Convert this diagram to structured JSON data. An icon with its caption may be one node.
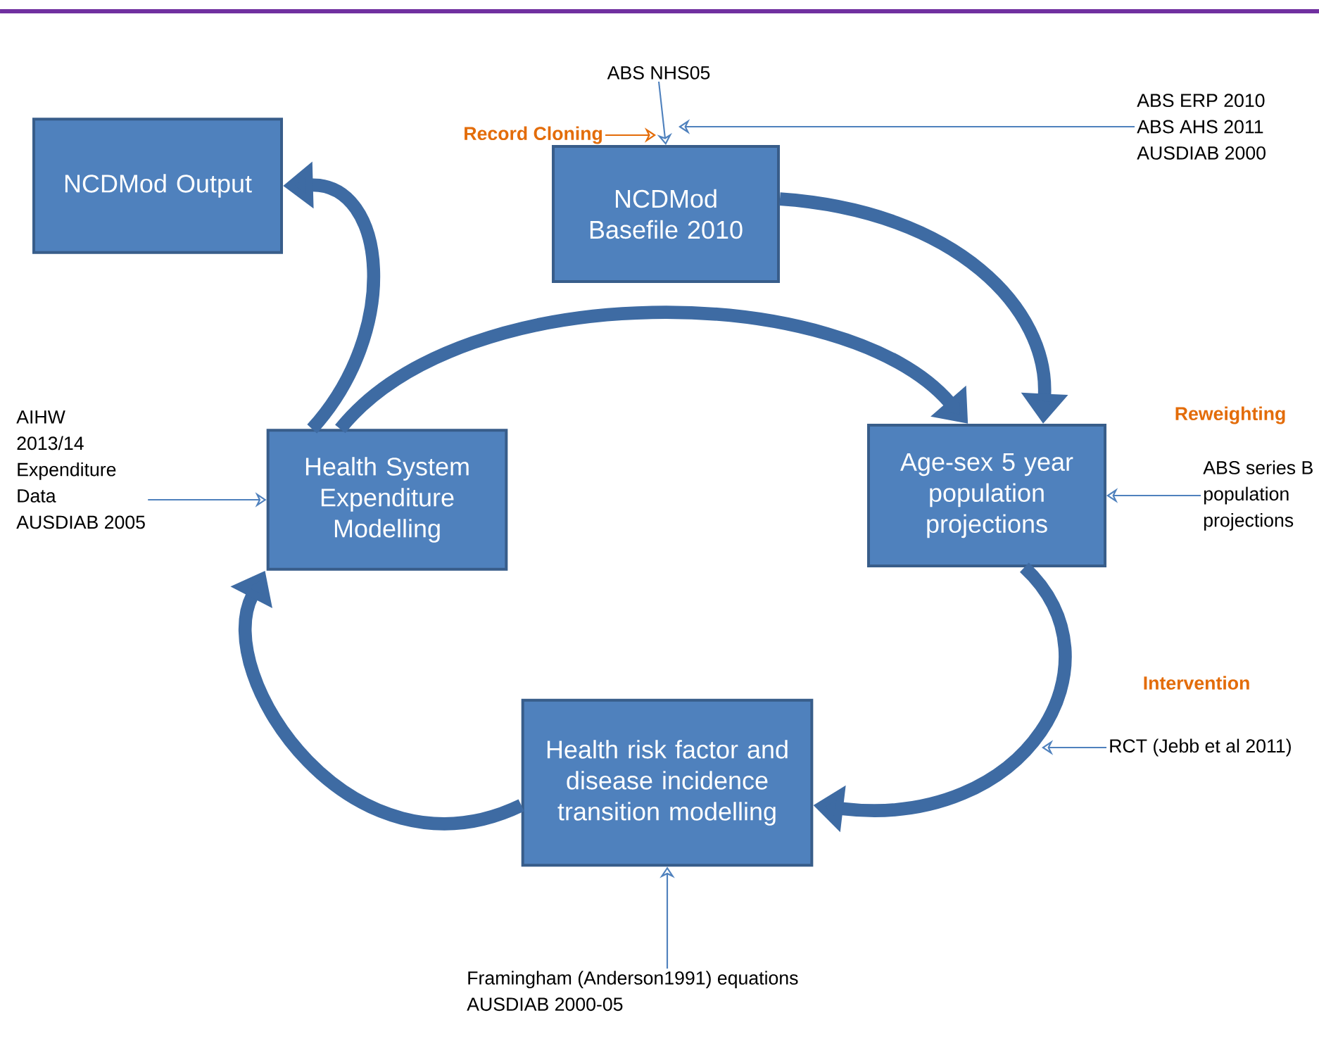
{
  "diagram": {
    "nodes": [
      {
        "text": [
          "NCDMod Output"
        ]
      },
      {
        "text": [
          "NCDMod Basefile 2010"
        ]
      },
      {
        "text": [
          "Age-sex 5 year population projections"
        ]
      },
      {
        "text": [
          "Health System Expenditure Modelling"
        ]
      },
      {
        "text": [
          "Health risk factor and disease incidence transition modelling"
        ]
      },
      {
        "text": [
          "ABS NHS05"
        ]
      },
      {
        "text": [
          "ABS ERP 2010",
          "ABS AHS 2011",
          "AUSDIAB 2000"
        ]
      },
      {
        "text": [
          "AIHW 2013/14 Expenditure Data",
          "AUSDIAB 2005"
        ]
      },
      {
        "text": [
          "ABS series B population projections"
        ]
      },
      {
        "text": [
          "RCT (Jebb et al 2011)"
        ]
      },
      {
        "text": [
          "Framingham (Anderson1991) equations",
          "AUSDIAB 2000-05"
        ]
      },
      {
        "text": [
          "Record Cloning"
        ]
      }
    ],
    "edges": [
      {
        "from": 3,
        "to": 0,
        "arrow": "to",
        "style": "thick"
      },
      {
        "from": 3,
        "to": 2,
        "arrow": "to",
        "style": "thick"
      },
      {
        "from": 1,
        "to": 2,
        "arrow": "to",
        "style": "thick"
      },
      {
        "from": 2,
        "to": 4,
        "arrow": "to",
        "style": "thick"
      },
      {
        "from": 4,
        "to": 3,
        "arrow": "to",
        "style": "thick"
      },
      {
        "from": 5,
        "to": 1,
        "arrow": "to"
      },
      {
        "from": 6,
        "to": 1,
        "arrow": "to"
      },
      {
        "from": 11,
        "to": 1,
        "arrow": "to",
        "color": "#e36c09"
      },
      {
        "from": 7,
        "to": 3,
        "arrow": "to"
      },
      {
        "from": 8,
        "to": 2,
        "arrow": "to"
      },
      {
        "from": 9,
        "to": null,
        "arrow": "to"
      },
      {
        "from": 10,
        "to": 4,
        "arrow": "to"
      }
    ],
    "labels": [
      "Reweighting",
      "Intervention"
    ]
  }
}
